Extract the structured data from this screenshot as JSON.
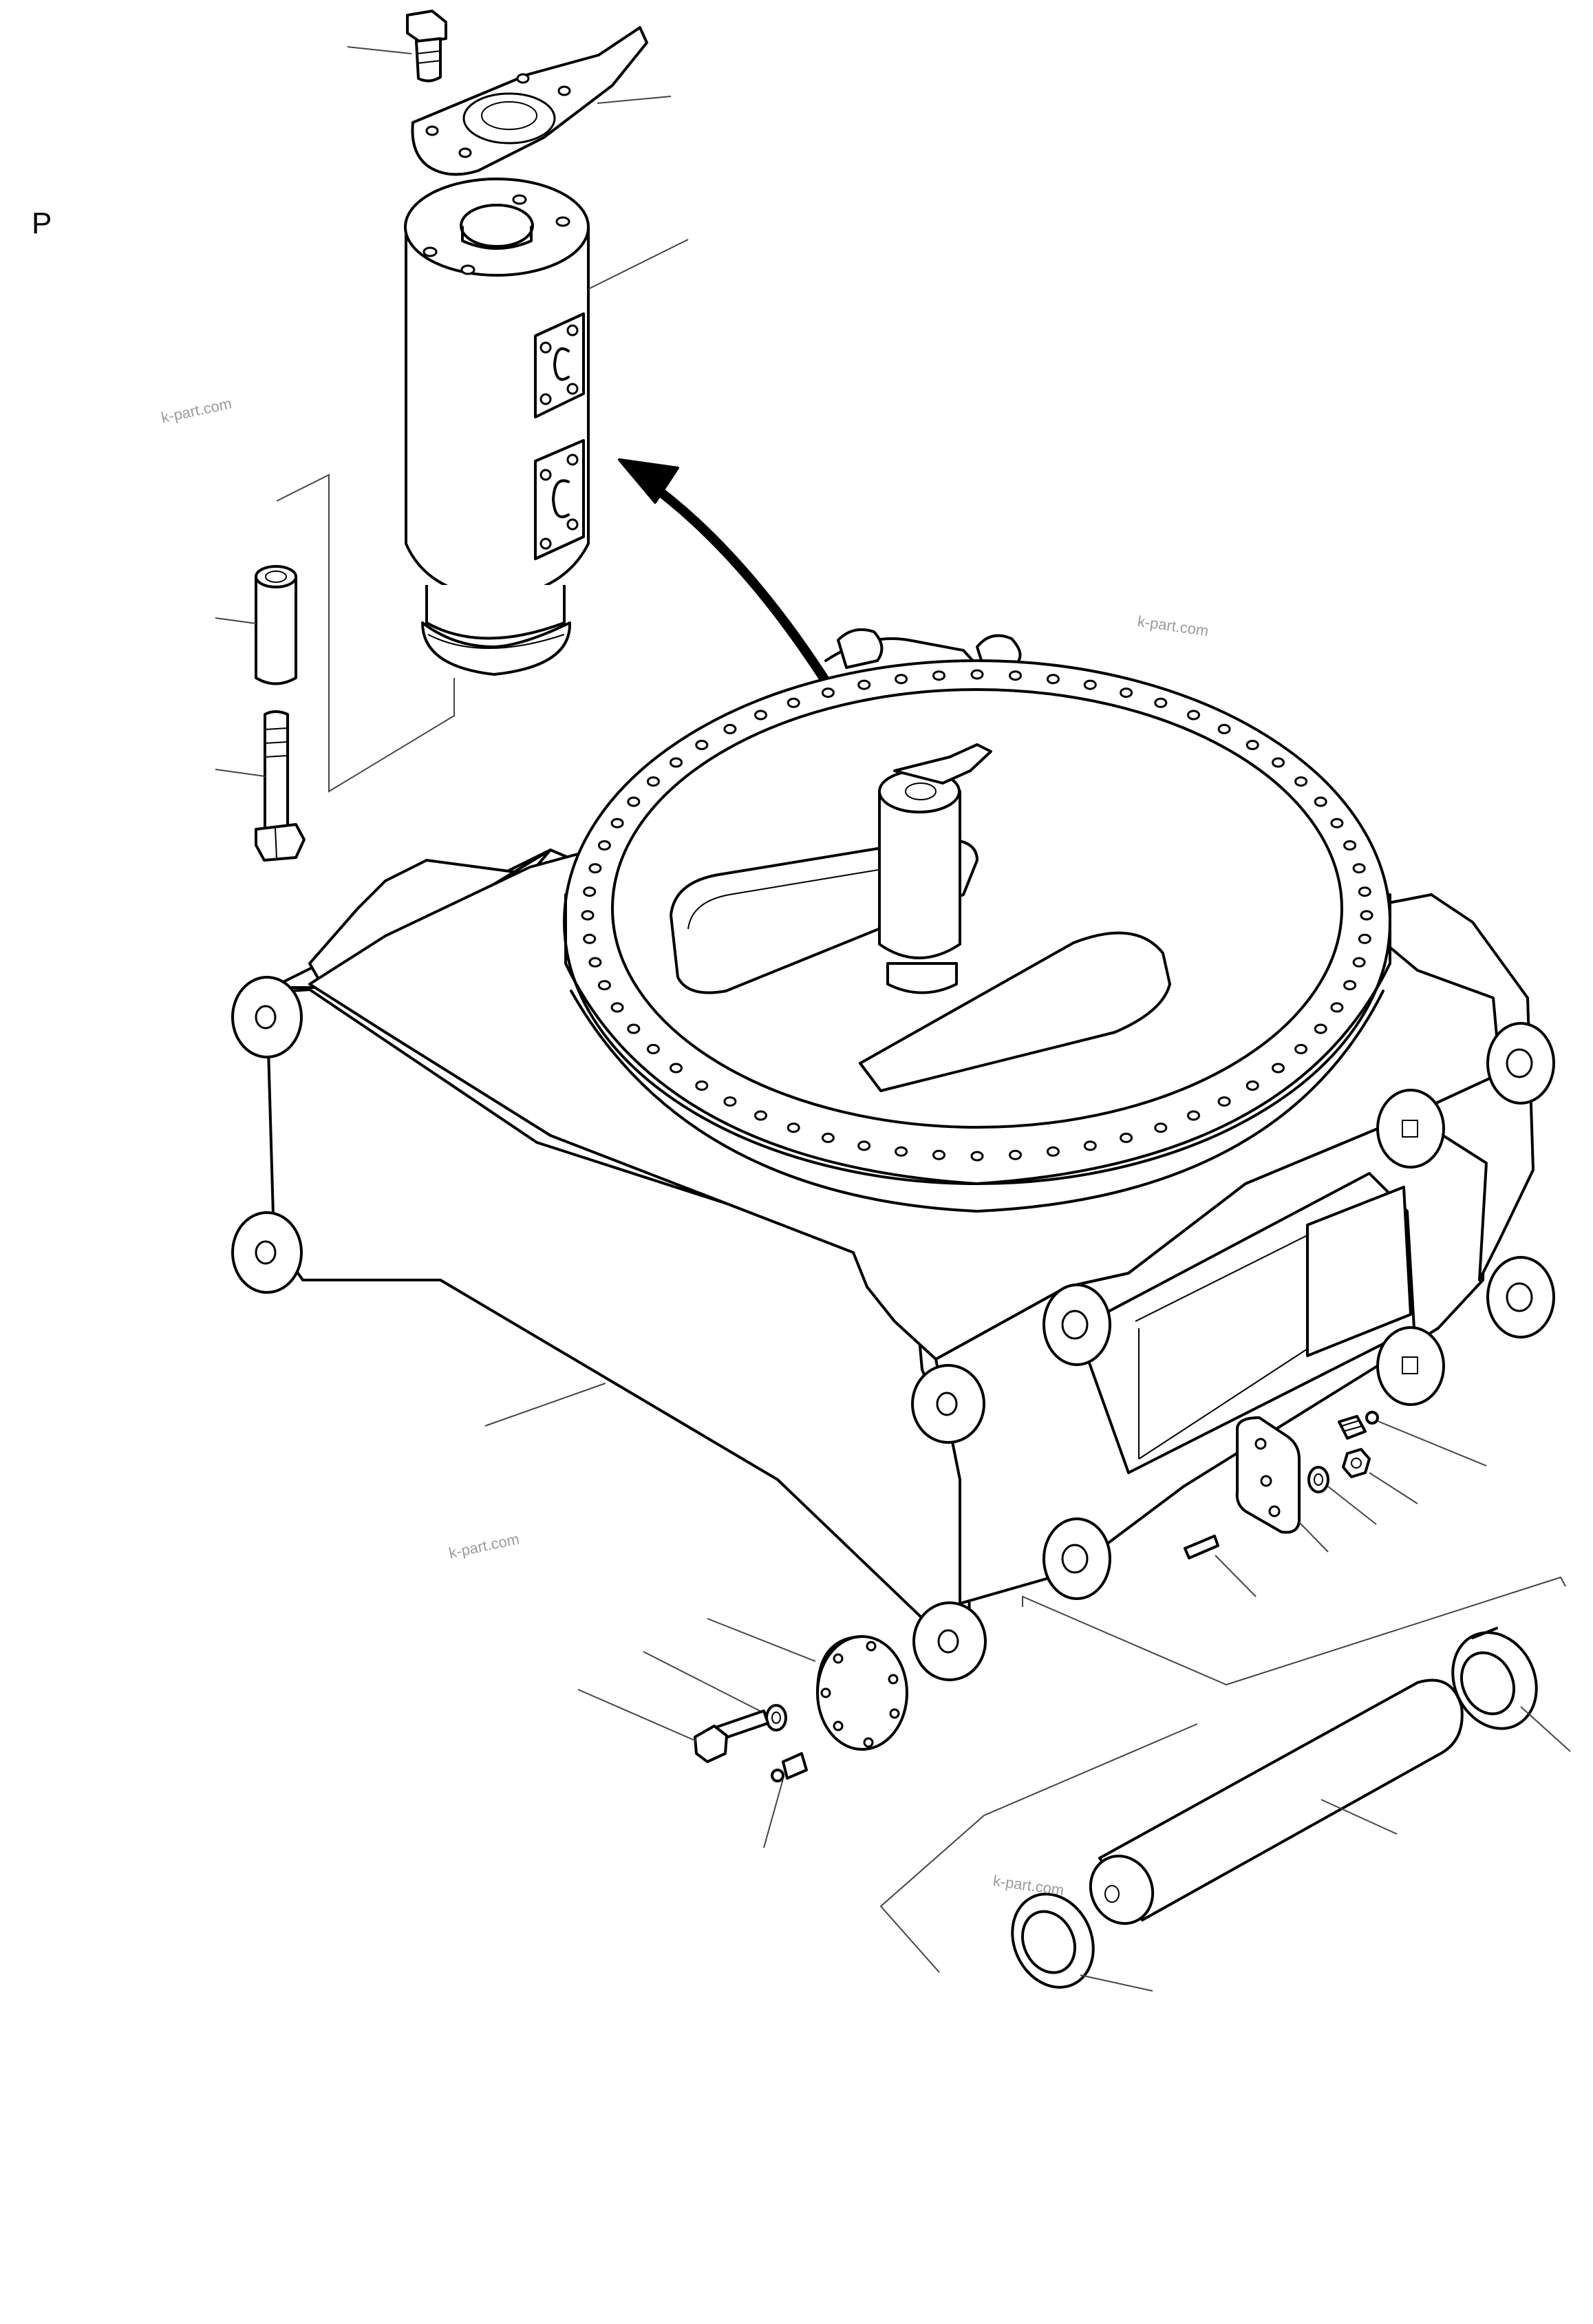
{
  "figure": {
    "view_label": "P",
    "watermark_text": "k-part.com",
    "ink_color": "#000000",
    "background_color": "#ffffff",
    "watermark_color": "#9a9a9a",
    "parts": [
      {
        "name": "bolt",
        "icon": "hex-bolt-icon"
      },
      {
        "name": "plate",
        "icon": "lock-plate-icon"
      },
      {
        "name": "pin",
        "icon": "cylinder-pin-icon"
      },
      {
        "name": "bushing",
        "icon": "tube-icon"
      },
      {
        "name": "long-bolt",
        "icon": "hex-bolt-icon"
      },
      {
        "name": "frame",
        "icon": "frame-icon"
      },
      {
        "name": "cover",
        "icon": "cover-plate-icon"
      },
      {
        "name": "washer",
        "icon": "washer-icon"
      },
      {
        "name": "grease-nipple",
        "icon": "nipple-icon"
      },
      {
        "name": "shaft",
        "icon": "shaft-icon"
      },
      {
        "name": "ring",
        "icon": "ring-icon"
      }
    ]
  }
}
